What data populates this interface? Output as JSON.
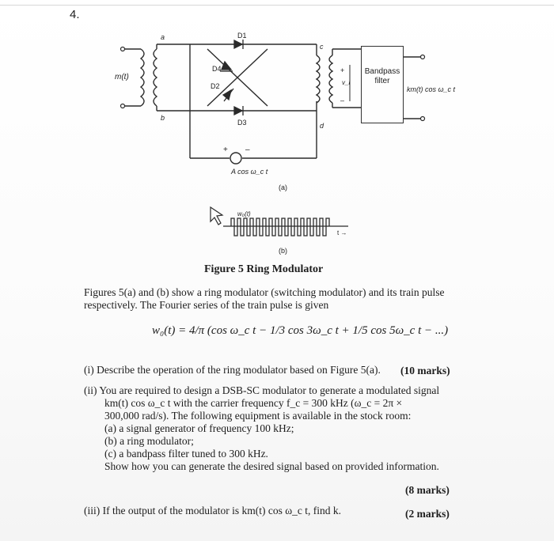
{
  "question_number": "4.",
  "figure_a": {
    "input_label": "m(t)",
    "node_a": "a",
    "node_b": "b",
    "node_c": "c",
    "node_d": "d",
    "diode_1": "D1",
    "diode_2": "D2",
    "diode_3": "D3",
    "diode_4": "D4",
    "carrier_label": "A cos ω_c t",
    "plus": "+",
    "minus": "–",
    "vi_label": "v_i",
    "bpf_line1": "Bandpass",
    "bpf_line2": "filter",
    "output_label": "km(t) cos ω_c t",
    "sublabel": "(a)"
  },
  "figure_b": {
    "signal_label": "w₀(t)",
    "axis_label": "t →",
    "sublabel": "(b)"
  },
  "caption": "Figure 5 Ring Modulator",
  "intro_line1": "Figures 5(a) and (b) show a ring modulator (switching modulator) and its train pulse",
  "intro_line2": "respectively. The Fourier series of the train pulse is given",
  "equation": "w₀(t) = 4/π (cos ω_c t − 1/3 cos 3ω_c t + 1/5 cos 5ω_c t − ...)",
  "q1_text": "(i) Describe the operation of the ring modulator based on Figure 5(a).",
  "q1_marks": "(10 marks)",
  "q2_line1": "(ii) You are required to design a DSB-SC modulator to generate a modulated signal",
  "q2_line2": "km(t) cos ω_c t   with   the   carrier   frequency   f_c = 300 kHz   (ω_c = 2π ×",
  "q2_line3": "300,000 rad/s). The following equipment is available in the stock room:",
  "q2_item_a": "(a) a signal generator of frequency 100 kHz;",
  "q2_item_b": "(b) a ring modulator;",
  "q2_item_c": "(c) a bandpass filter tuned to 300 kHz.",
  "q2_line4": "Show how you can generate the desired signal based on provided information.",
  "q2_marks": "(8 marks)",
  "q3_text": "(iii) If the output of the modulator is km(t) cos ω_c t, find k.",
  "q3_marks": "(2 marks)"
}
